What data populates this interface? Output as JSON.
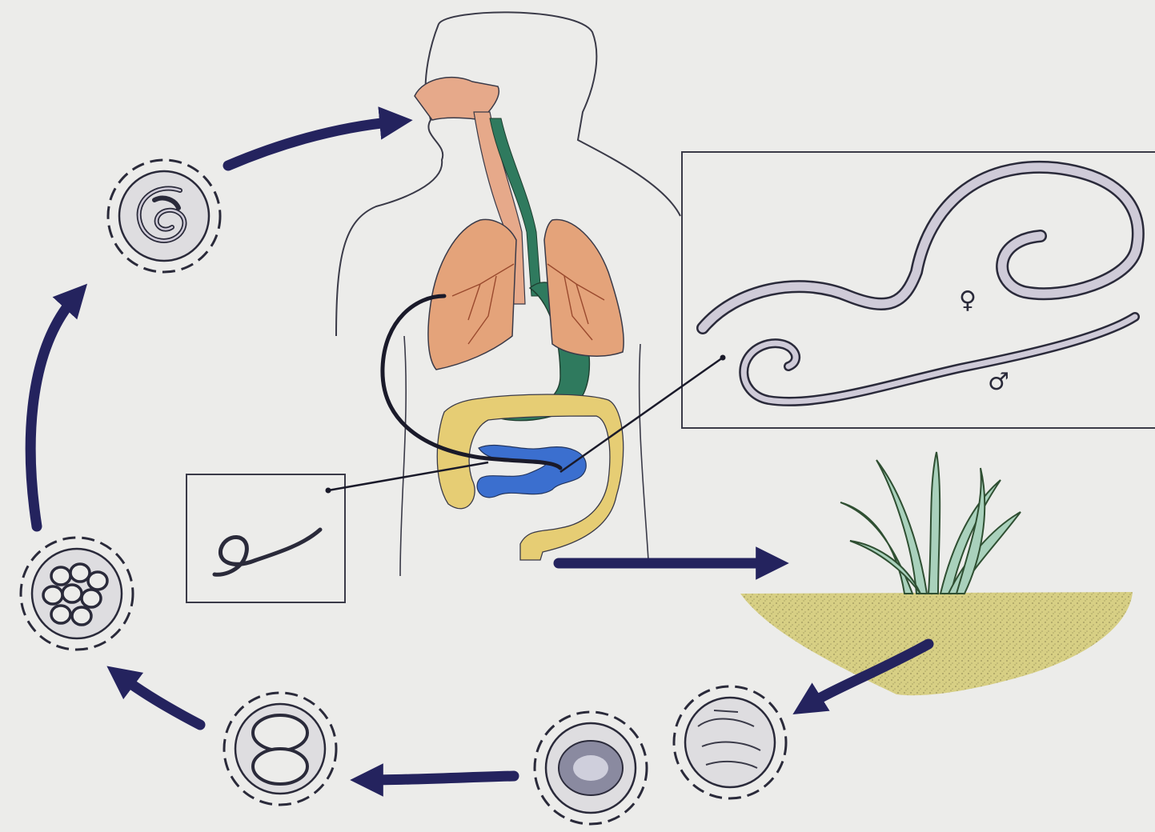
{
  "diagram": {
    "type": "life-cycle",
    "labels": {
      "female_symbol": "♀",
      "male_symbol": "♂"
    },
    "stages": [
      "host-body",
      "adult-worms-inset",
      "larva-inset",
      "soil-and-grass",
      "egg-unsegmented",
      "egg-early-cleavage",
      "egg-two-cell",
      "egg-morula",
      "egg-embryonated-larva"
    ],
    "colors": {
      "arrow": "#24235e",
      "lungs": "#e4a37a",
      "trachea": "#e6a98a",
      "stomach": "#2f7a5e",
      "small_intestine": "#3b6fcf",
      "large_intestine": "#e6cd74",
      "soil": "#d7cf84",
      "grass": "#5e8f5c",
      "outline": "#2a2a3a",
      "background": "#ececea"
    }
  }
}
